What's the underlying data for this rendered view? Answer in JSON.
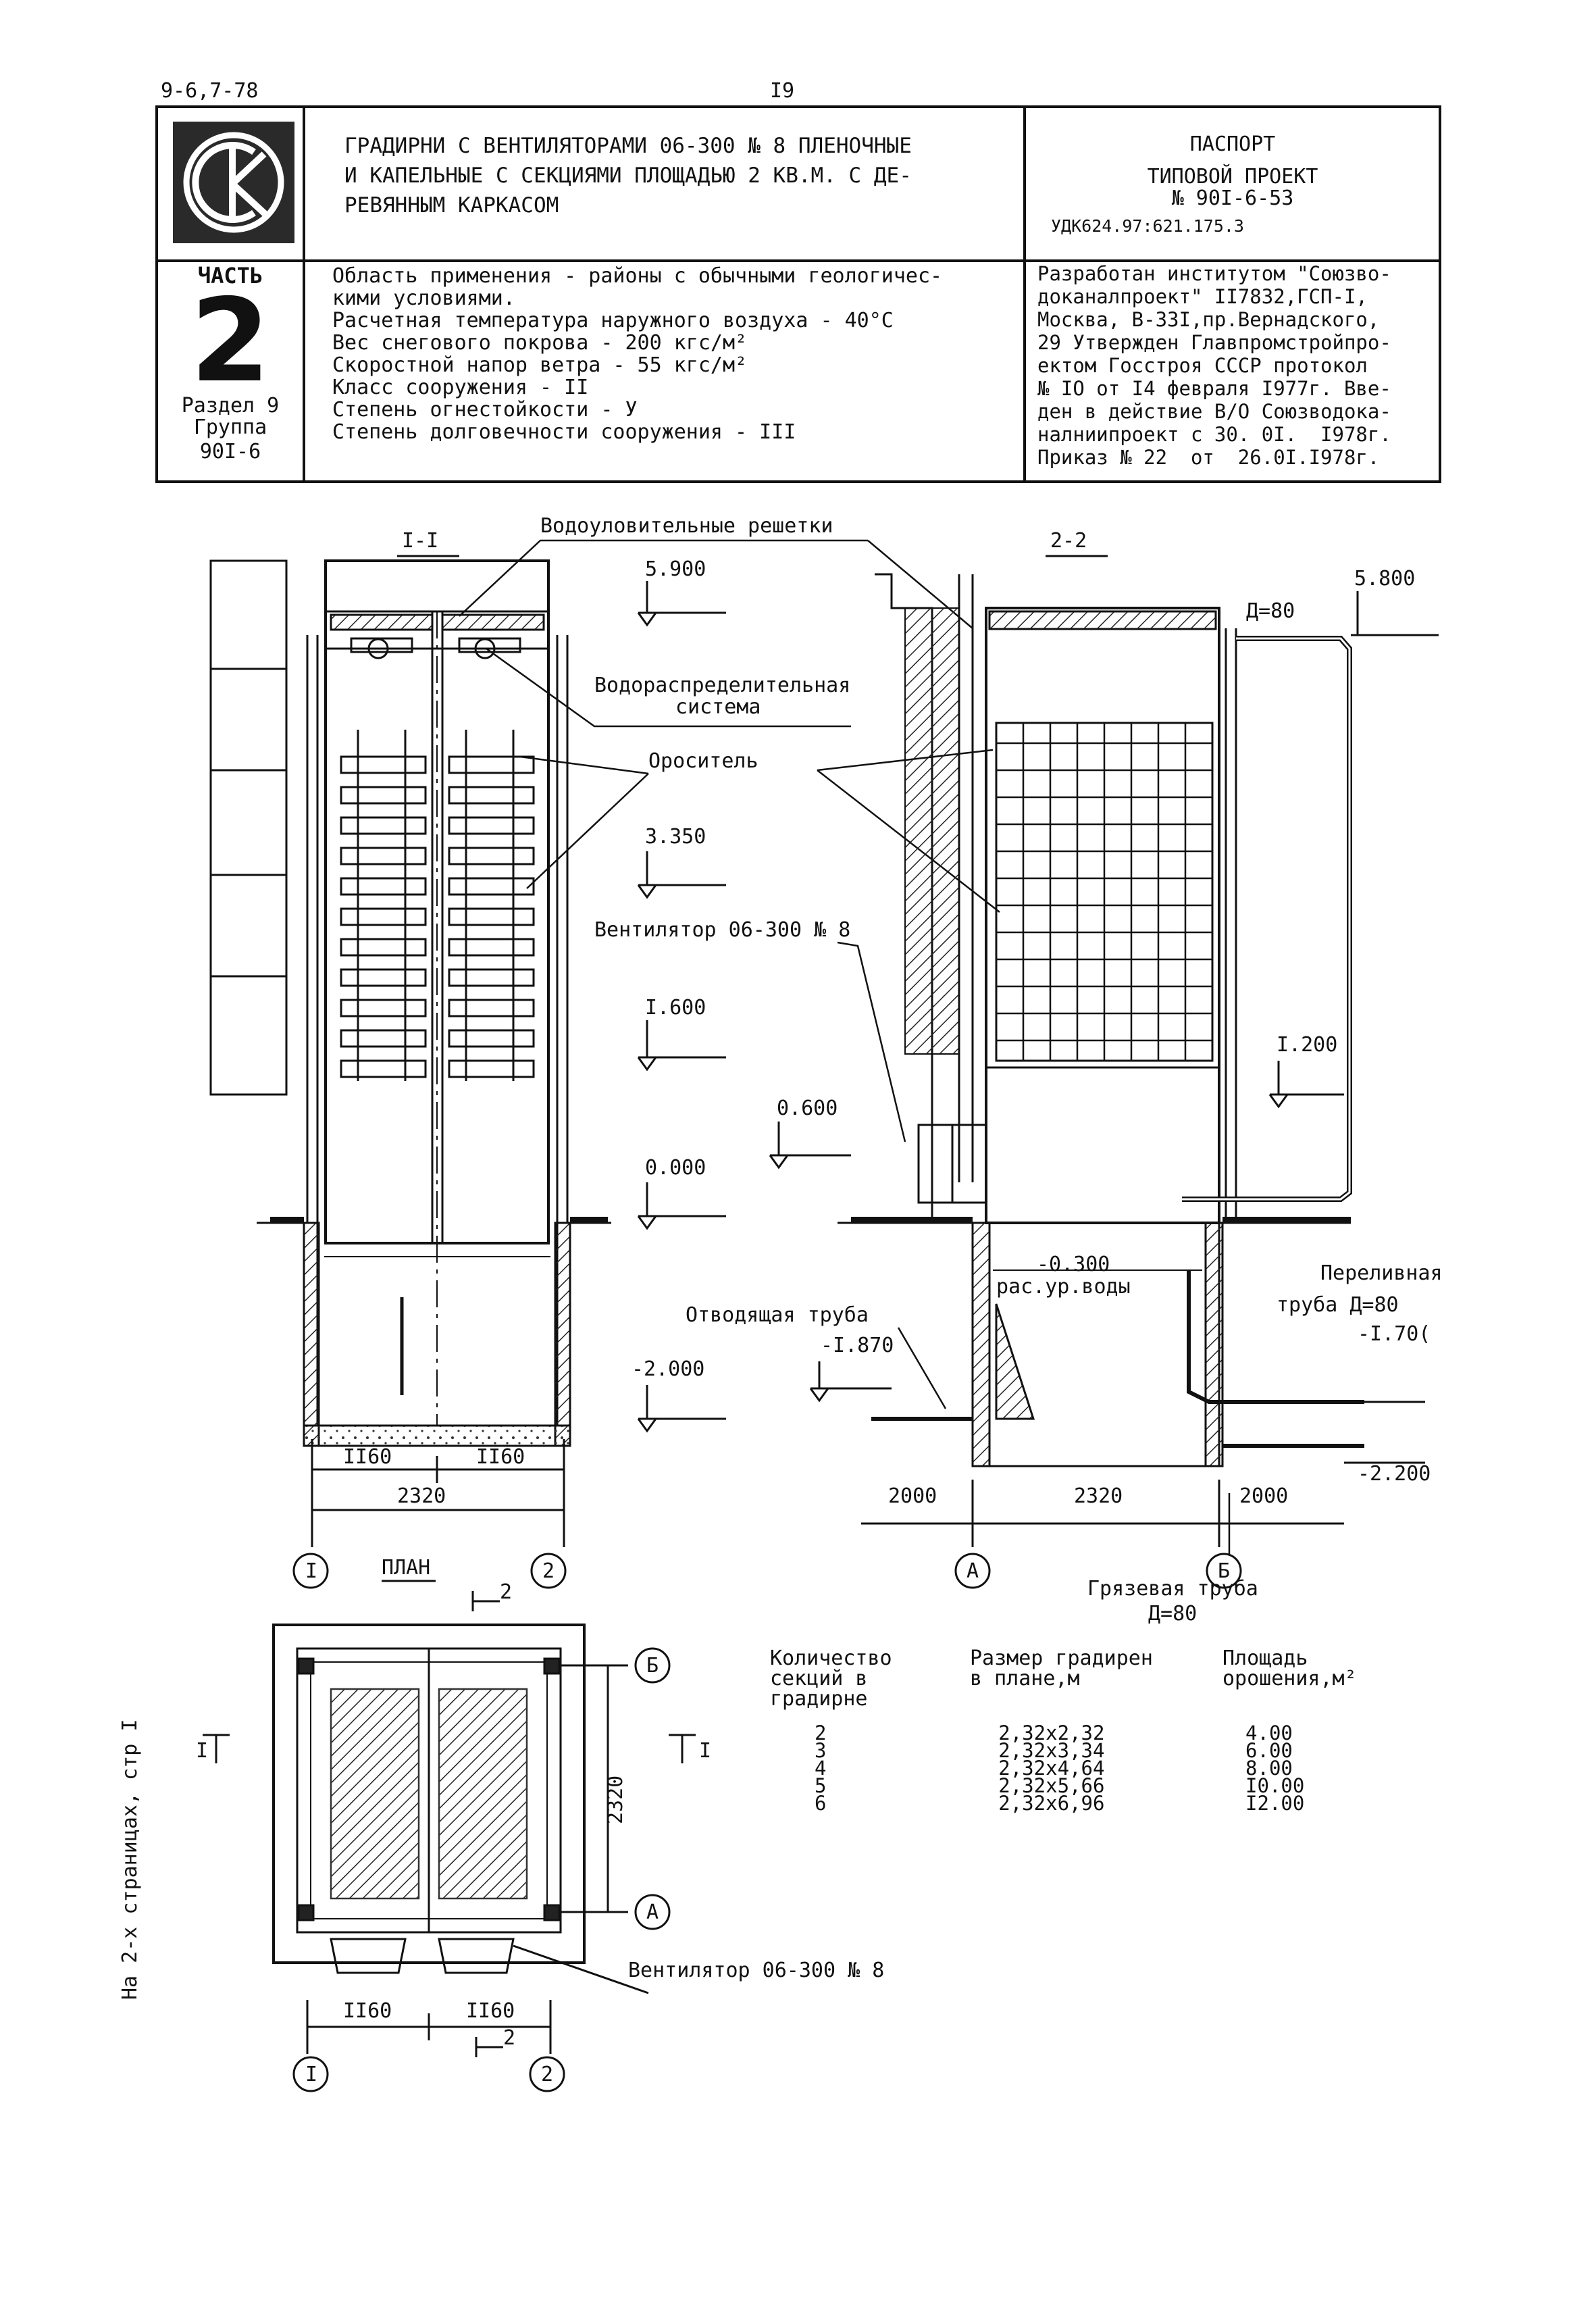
{
  "page": {
    "code": "9-6,7-78",
    "number": "I9"
  },
  "logo": {
    "letters": "СК"
  },
  "header": {
    "title_lines": [
      "ГРАДИРНИ С ВЕНТИЛЯТОРАМИ 06-300 № 8 ПЛЕНОЧНЫЕ",
      "И КАПЕЛЬНЫЕ С СЕКЦИЯМИ ПЛОЩАДЬЮ 2 КВ.М. С ДЕ-",
      "РЕВЯННЫМ КАРКАСОМ"
    ],
    "passport": "ПАСПОРТ",
    "project_type": "ТИПОВОЙ ПРОЕКТ",
    "project_number": "№ 90I-6-53",
    "udk": "УДК624.97:621.175.3"
  },
  "side": {
    "part_label": "ЧАСТЬ",
    "part_number": "2",
    "section": "Раздел 9",
    "group": "Группа",
    "group_code": "90I-6"
  },
  "conditions": [
    "Область применения - районы с обычными геологичес-",
    "кими условиями.",
    "Расчетная температура наружного воздуха - 40°С",
    "Вес снегового покрова - 200 кгс/м²",
    "Скоростной напор ветра - 55 кгс/м²",
    "Класс сооружения - II",
    "Степень огнестойкости - У",
    "Степень долговечности сооружения - III"
  ],
  "developer": [
    "Разработан институтом \"Союзво-",
    "доканалпроект\" II7832,ГСП-I,",
    "Москва, В-33I,пр.Вернадского,",
    "29 Утвержден Главпромстройпро-",
    "ектом Госстроя СССР протокол",
    "№ IO от I4 февраля I977г. Вве-",
    "ден в действие В/О Союзводока-",
    "налниипроект с 30. 0I.  I978г.",
    "Приказ № 22  от  26.0I.I978г."
  ],
  "drawing_labels": {
    "section_1": "I-I",
    "section_2": "2-2",
    "plan": "ПЛАН",
    "water_catchers": "Водоуловительные решетки",
    "water_distribution": "Водораспределительная",
    "water_distribution_2": "система",
    "sprinkler": "Ороситель",
    "fan": "Вентилятор 06-300 № 8",
    "fan_plan": "Вентилятор 06-300 № 8",
    "outlet_pipe": "Отводящая труба",
    "overflow": "Переливная",
    "overflow_2": "труба Д=80",
    "mud_pipe": "Грязевая труба",
    "mud_pipe_2": "Д=80",
    "d80": "Д=80",
    "water_level": "рас.ур.воды",
    "side_note": "На 2-х страницах, стр I"
  },
  "elevations": {
    "e5900": "5.900",
    "e3350": "3.350",
    "e1600": "I.600",
    "e0000": "0.000",
    "em2000": "-2.000",
    "e5800": "5.800",
    "e1200": "I.200",
    "e0600": "0.600",
    "em0300": "-0.300",
    "em1870": "-I.870",
    "em1700": "-I.70(",
    "em2200": "-2.200"
  },
  "dimensions": {
    "d1160a": "II60",
    "d1160b": "II60",
    "d2320": "2320",
    "d2000a": "2000",
    "d2320b": "2320",
    "d2000b": "2000",
    "plan_2320": "2320",
    "plan_1160a": "II60",
    "plan_1160b": "II60"
  },
  "axes": {
    "a1": "I",
    "a2": "2",
    "aA": "А",
    "aB": "Б",
    "cut_I": "I",
    "cut_2": "2"
  },
  "table": {
    "headers": [
      [
        "Количество",
        "секций в",
        "градирне"
      ],
      [
        "Размер градирен",
        "в плане,м"
      ],
      [
        "Площадь",
        "орошения,м²"
      ]
    ],
    "rows": [
      [
        "2",
        "2,32x2,32",
        "4.00"
      ],
      [
        "3",
        "2,32x3,34",
        "6.00"
      ],
      [
        "4",
        "2,32x4,64",
        "8.00"
      ],
      [
        "5",
        "2,32x5,66",
        "I0.00"
      ],
      [
        "6",
        "2,32x6,96",
        "I2.00"
      ]
    ]
  }
}
